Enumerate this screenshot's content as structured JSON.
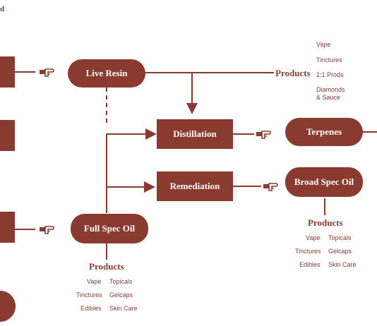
{
  "corner_text": "d",
  "nodes": {
    "live_resin": "Live Resin",
    "distillation": "Distillation",
    "terpenes": "Terpenes",
    "remediation": "Remediation",
    "broad_spec_oil": "Broad Spec Oil",
    "full_spec_oil": "Full Spec Oil"
  },
  "top_products": {
    "header": "Products",
    "items": [
      "Vape",
      "Tinctures",
      "1:1 Prods",
      "Diamonds\n& Sauce"
    ]
  },
  "broad_products": {
    "header": "Products",
    "left": [
      "Vape",
      "Tinctures",
      "Edibles"
    ],
    "right": [
      "Topicals",
      "Gelcaps",
      "Skin Care"
    ]
  },
  "full_products": {
    "header": "Products",
    "left": [
      "Vape",
      "Tinctures",
      "Edibles"
    ],
    "right": [
      "Topicals",
      "Gelcaps",
      "Skin Care"
    ]
  },
  "colors": {
    "brand": "#8a3b30",
    "background": "#ffffff"
  },
  "icons": [
    "pointing-hand-icon"
  ]
}
